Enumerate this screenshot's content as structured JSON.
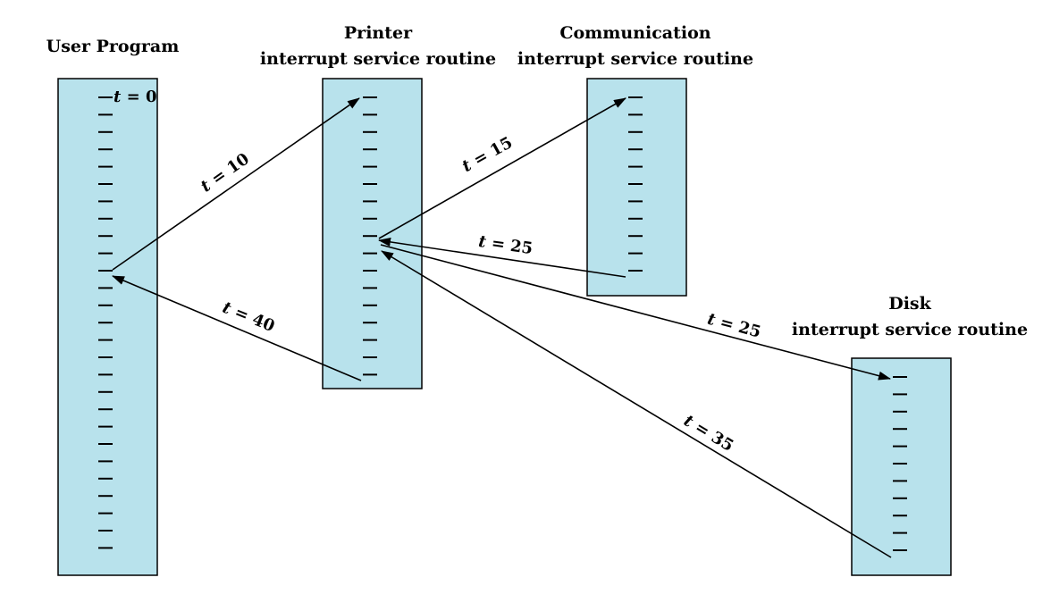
{
  "columns": [
    {
      "id": "user",
      "title_lines": [
        "User Program"
      ],
      "ticks": 27,
      "start_label": "t = 0"
    },
    {
      "id": "printer",
      "title_lines": [
        "Printer",
        "interrupt service routine"
      ],
      "ticks": 17
    },
    {
      "id": "comm",
      "title_lines": [
        "Communication",
        "interrupt service routine"
      ],
      "ticks": 11
    },
    {
      "id": "disk",
      "title_lines": [
        "Disk",
        "interrupt service routine"
      ],
      "ticks": 11
    }
  ],
  "transitions": [
    {
      "id": "t10",
      "from": "user",
      "to": "printer",
      "label": "t = 10"
    },
    {
      "id": "t15",
      "from": "printer",
      "to": "comm",
      "label": "t = 15"
    },
    {
      "id": "t25a",
      "from": "comm",
      "to": "printer",
      "label": "t = 25"
    },
    {
      "id": "t25b",
      "from": "printer",
      "to": "disk",
      "label": "t = 25"
    },
    {
      "id": "t35",
      "from": "disk",
      "to": "printer",
      "label": "t = 35"
    },
    {
      "id": "t40",
      "from": "printer",
      "to": "user",
      "label": "t = 40"
    }
  ]
}
